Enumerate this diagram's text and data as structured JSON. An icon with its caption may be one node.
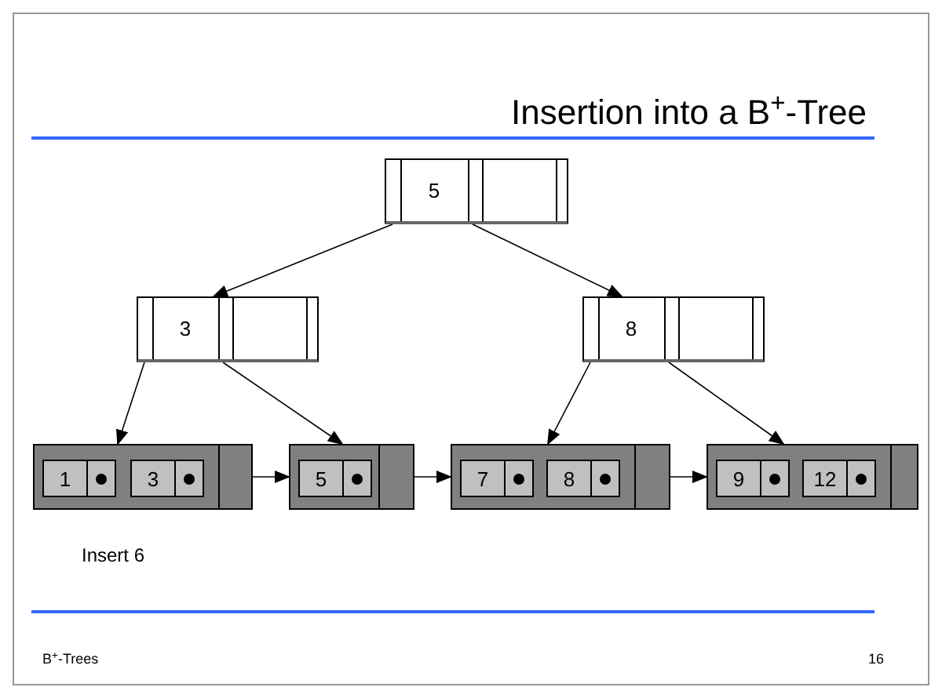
{
  "diagram": {
    "title": "Insertion into a B$^{+}$-Tree",
    "nodes": [
      {
        "text": [
          "5"
        ]
      },
      {
        "text": [
          "3"
        ]
      },
      {
        "text": [
          "8"
        ]
      },
      {
        "text": [],
        "shape": "box"
      },
      {
        "text": [
          "1"
        ],
        "in": 3
      },
      {
        "text": [
          "3"
        ],
        "in": 3
      },
      {
        "text": [],
        "shape": "box"
      },
      {
        "text": [
          "5"
        ],
        "in": 6
      },
      {
        "text": [],
        "shape": "box"
      },
      {
        "text": [
          "7"
        ],
        "in": 8
      },
      {
        "text": [
          "8"
        ],
        "in": 8
      },
      {
        "text": [],
        "shape": "box"
      },
      {
        "text": [
          "9"
        ],
        "in": 11
      },
      {
        "text": [
          "12"
        ],
        "in": 11
      }
    ],
    "edges": [
      {
        "from": 0,
        "to": 1,
        "arrow": "to"
      },
      {
        "from": 0,
        "to": 2,
        "arrow": "to"
      },
      {
        "from": 1,
        "to": 3,
        "arrow": "to"
      },
      {
        "from": 1,
        "to": 6,
        "arrow": "to"
      },
      {
        "from": 2,
        "to": 8,
        "arrow": "to"
      },
      {
        "from": 2,
        "to": 11,
        "arrow": "to"
      },
      {
        "from": 3,
        "to": 6,
        "arrow": "to"
      },
      {
        "from": 6,
        "to": 8,
        "arrow": "to"
      },
      {
        "from": 8,
        "to": 11,
        "arrow": "to"
      }
    ],
    "labels": [
      "Insert 6",
      "B$^{+}$-Trees",
      "16"
    ]
  }
}
